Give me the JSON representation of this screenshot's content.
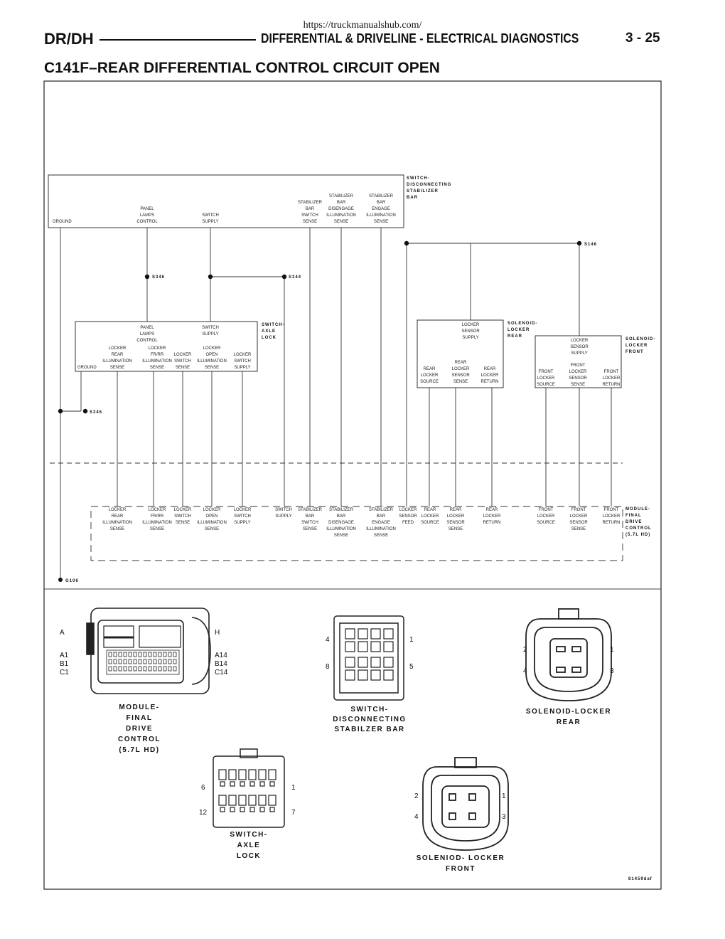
{
  "header": {
    "url": "https://truckmanualshub.com/",
    "model": "DR/DH",
    "section": "DIFFERENTIAL & DRIVELINE - ELECTRICAL DIAGNOSTICS",
    "page": "3 - 25"
  },
  "title": "C141F–REAR DIFFERENTIAL CONTROL CIRCUIT OPEN",
  "stabilizer_switch": {
    "name": [
      "SWITCH-",
      "DISCONNECTING",
      "STABILIZER",
      "BAR"
    ],
    "pins": {
      "ground": "GROUND",
      "panel_lamps_control": [
        "PANEL",
        "LAMPS",
        "CONTROL"
      ],
      "switch_supply": [
        "SWITCH",
        "SUPPLY"
      ],
      "bar_switch_sense": [
        "STABILIZER",
        "BAR",
        "SWITCH",
        "SENSE"
      ],
      "disengage": [
        "STABILIZER",
        "BAR",
        "DISENGAGE",
        "ILLUMINATION",
        "SENSE"
      ],
      "engage": [
        "STABILIZER",
        "BAR",
        "ENGAGE",
        "ILLUMINATION",
        "SENSE"
      ]
    }
  },
  "axle_lock_switch": {
    "name": [
      "SWITCH-",
      "AXLE",
      "LOCK"
    ],
    "panel_lamps": [
      "PANEL",
      "LAMPS",
      "CONTROL"
    ],
    "switch_supply": [
      "SWITCH",
      "SUPPLY"
    ],
    "ground": "GROUND",
    "rear_illum": [
      "LOCKER",
      "REAR",
      "ILLUMINATION",
      "SENSE"
    ],
    "frrr_illum": [
      "LOCKER",
      "FR/RR",
      "ILLUMINATION",
      "SENSE"
    ],
    "switch_sense": [
      "LOCKER",
      "SWITCH",
      "SENSE"
    ],
    "open_illum": [
      "LOCKER",
      "OPEN",
      "ILLUMINATION",
      "SENSE"
    ],
    "switch_supply2": [
      "LOCKER",
      "SWITCH",
      "SUPPLY"
    ]
  },
  "locker_rear": {
    "name": [
      "SOLENOID-",
      "LOCKER",
      "REAR"
    ],
    "supply": [
      "LOCKER",
      "SENSOR",
      "SUPPLY"
    ],
    "source": [
      "REAR",
      "LOCKER",
      "SOURCE"
    ],
    "sense": [
      "REAR",
      "LOCKER",
      "SENSOR",
      "SENSE"
    ],
    "ret": [
      "REAR",
      "LOCKER",
      "RETURN"
    ]
  },
  "locker_front": {
    "name": [
      "SOLENOID-",
      "LOCKER",
      "FRONT"
    ],
    "supply": [
      "LOCKER",
      "SENSOR",
      "SUPPLY"
    ],
    "source": [
      "FRONT",
      "LOCKER",
      "SOURCE"
    ],
    "sense": [
      "FRONT",
      "LOCKER",
      "SENSOR",
      "SENSE"
    ],
    "ret": [
      "FRONT",
      "LOCKER",
      "RETURN"
    ]
  },
  "splices": {
    "s346": "S346",
    "s344": "S344",
    "s146": "S146",
    "s345": "S345",
    "g106": "G106"
  },
  "module": {
    "name": [
      "MODULE-",
      "FINAL",
      "DRIVE",
      "CONTROL",
      "(5.7L HD)"
    ],
    "c1": [
      "LOCKER",
      "REAR",
      "ILLUMINATION",
      "SENSE"
    ],
    "c2": [
      "LOCKER",
      "FR/RR",
      "ILLUMINATION",
      "SENSE"
    ],
    "c3": [
      "LOCKER",
      "SWITCH",
      "SENSE"
    ],
    "c4": [
      "LOCKER",
      "OPEN",
      "ILLUMINATION",
      "SENSE"
    ],
    "c5": [
      "LOCKER",
      "SWITCH",
      "SUPPLY"
    ],
    "c6": [
      "SWITCH",
      "SUPPLY"
    ],
    "c7": [
      "STABILIZER",
      "BAR",
      "SWITCH",
      "SENSE"
    ],
    "c8": [
      "STABILIZER",
      "BAR",
      "DISENGAGE",
      "ILLUMINATION",
      "SENSE"
    ],
    "c9": [
      "STABILIZER",
      "BAR",
      "ENGAGE",
      "ILLUMINATION",
      "SENSE"
    ],
    "c10": [
      "LOCKER",
      "SENSOR",
      "FEED"
    ],
    "c11": [
      "REAR",
      "LOCKER",
      "SOURCE"
    ],
    "c12": [
      "REAR",
      "LOCKER",
      "SENSOR",
      "SENSE"
    ],
    "c13": [
      "REAR",
      "LOCKER",
      "RETURN"
    ],
    "c14": [
      "FRONT",
      "LOCKER",
      "SOURCE"
    ],
    "c15": [
      "FRONT",
      "LOCKER",
      "SENSOR",
      "SENSE"
    ],
    "c16": [
      "FRONT",
      "LOCKER",
      "RETURN"
    ]
  },
  "connectors": {
    "fdc": {
      "label": [
        "MODULE-",
        "FINAL",
        "DRIVE",
        "CONTROL",
        "(5.7L HD)"
      ],
      "pins_left": [
        "A",
        "A1",
        "B1",
        "C1"
      ],
      "pins_right": [
        "H",
        "A14",
        "B14",
        "C14"
      ]
    },
    "sdsb": {
      "label": [
        "SWITCH-",
        "DISCONNECTING",
        "STABILZER BAR"
      ],
      "pins": [
        "4",
        "1",
        "8",
        "5"
      ]
    },
    "slr": {
      "label": [
        "SOLENOID-LOCKER",
        "REAR"
      ],
      "pins": [
        "2",
        "1",
        "4",
        "3"
      ]
    },
    "sal": {
      "label": [
        "SWITCH-",
        "AXLE",
        "LOCK"
      ],
      "pins": [
        "6",
        "1",
        "12",
        "7"
      ]
    },
    "slf": {
      "label": [
        "SOLENIOD- LOCKER",
        "FRONT"
      ],
      "pins": [
        "2",
        "1",
        "4",
        "3"
      ]
    }
  },
  "figure_id": "81459daf"
}
